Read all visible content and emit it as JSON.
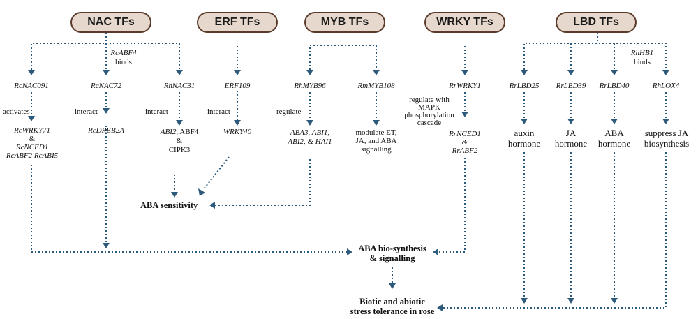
{
  "categories": {
    "nac": "NAC TFs",
    "erf": "ERF TFs",
    "myb": "MYB TFs",
    "wrky": "WRKY TFs",
    "lbd": "LBD TFs"
  },
  "genes": {
    "rcnac091": "RcNAC091",
    "rcnac72": "RcNAC72",
    "rhnac31": "RhNAC31",
    "erf109": "ERF109",
    "rhmyb96": "RhMYB96",
    "rmmyb108": "RmMYB108",
    "rrwrky1": "RrWRKY1",
    "rrlbd25": "RrLBD25",
    "rrlbd39": "RrLBD39",
    "rrlbd40": "RrLBD40",
    "rhlox4": "RhLOX4"
  },
  "labels": {
    "rcabf4": "RcABF4",
    "binds": "binds",
    "rhhb1": "RhHB1",
    "activates": "activates",
    "interact": "interact",
    "regulate": "regulate",
    "regulate_with_mapk": [
      "regulate with",
      "MAPK",
      "phosphorylation",
      "cascade"
    ]
  },
  "targets": {
    "nac091": {
      "line1": "RcWRKY71",
      "amp1": "&",
      "line2": "RcNCED1",
      "line3": "RcABF2 RcABI5"
    },
    "nac72": "RcDREB2A",
    "nac31": {
      "abi2": "ABI2",
      "rest": ", ABF4",
      "amp": "&",
      "cipk3": "CIPK3"
    },
    "erf": "WRKY40",
    "myb96": {
      "line1": "ABA3, ABI1,",
      "line2": "ABI2, & HAI1"
    },
    "myb108": [
      "modulate ET,",
      "JA, and ABA",
      "signalling"
    ],
    "wrky": {
      "line1": "RrNCED1",
      "amp": "&",
      "line2": "RrABF2"
    },
    "lbd25": [
      "auxin",
      "hormone"
    ],
    "lbd39": [
      "JA",
      "hormone"
    ],
    "lbd40": [
      "ABA",
      "hormone"
    ],
    "lox4": [
      "suppress JA",
      "biosynthesis"
    ]
  },
  "outcomes": {
    "aba_sensitivity": "ABA sensitivity",
    "aba_bio": [
      "ABA bio-synthesis",
      "& signalling"
    ],
    "stress": [
      "Biotic and abiotic",
      "stress tolerance in rose"
    ]
  },
  "colors": {
    "arrow": "#2d5a7b",
    "pill_fill": "#e6d8cc",
    "pill_border": "#5a3a2a"
  }
}
